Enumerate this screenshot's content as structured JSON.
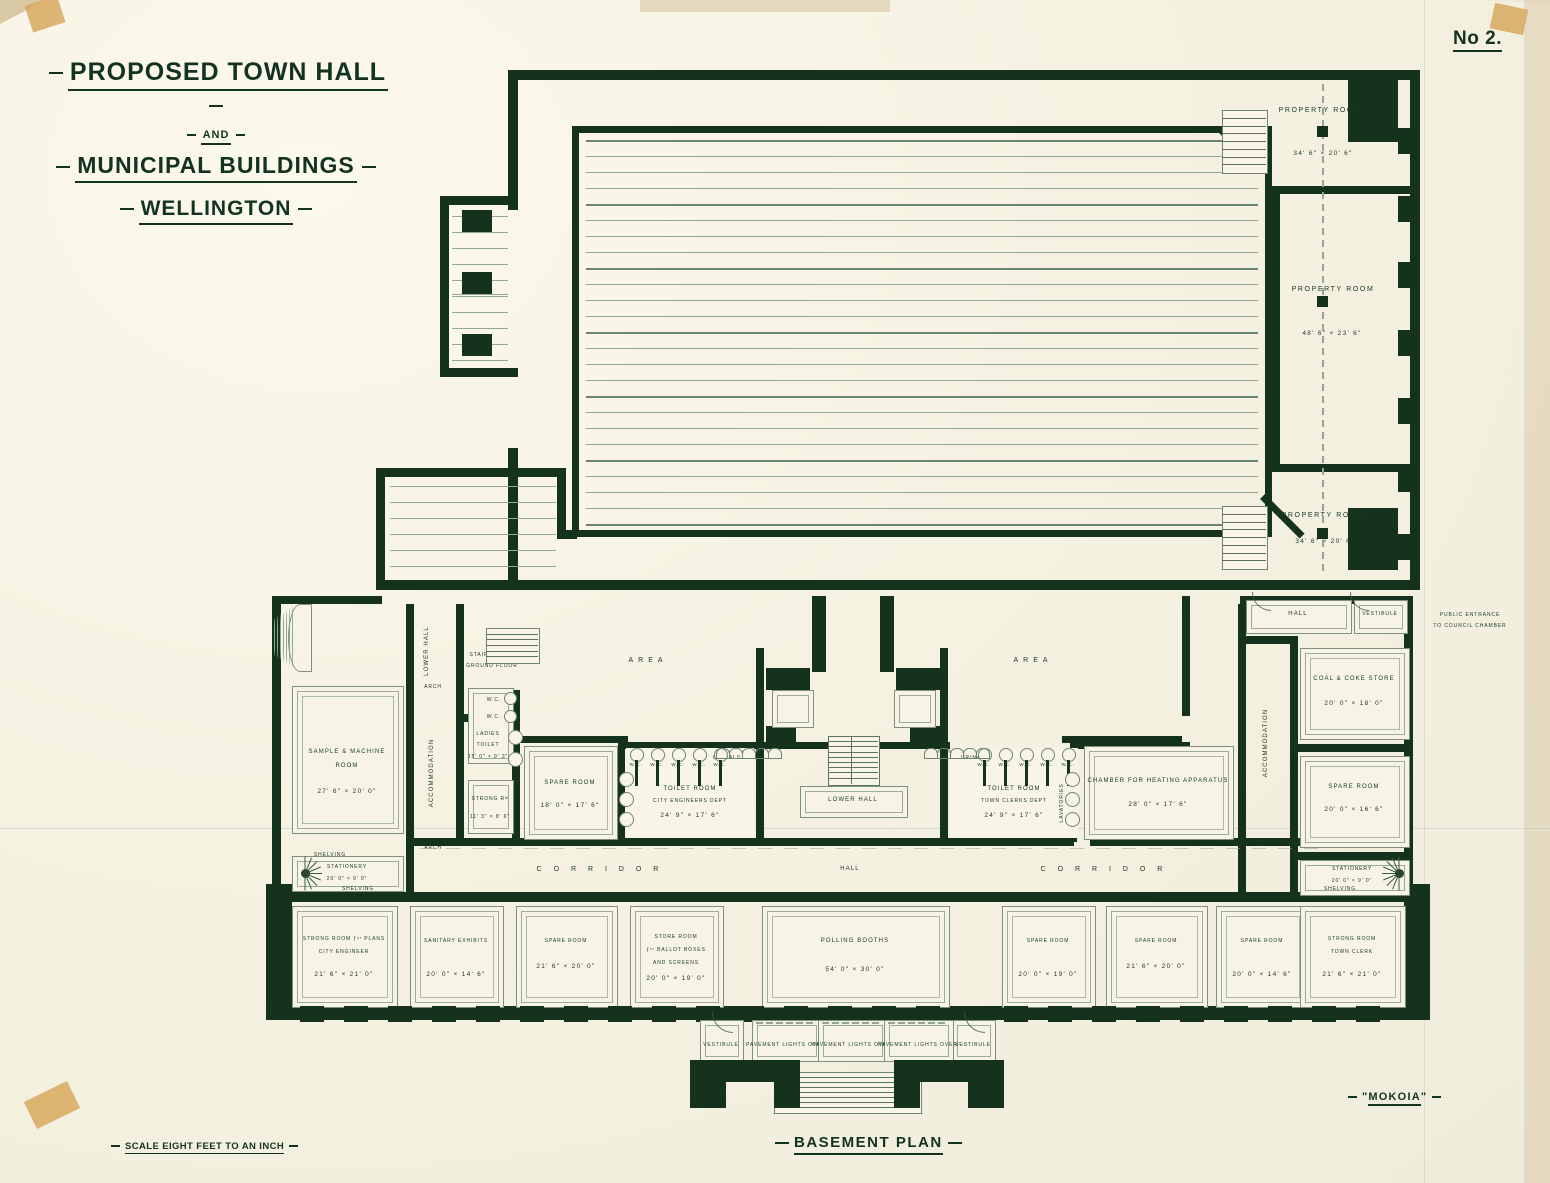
{
  "sheet": {
    "number": "No 2.",
    "title_line1": "PROPOSED TOWN HALL",
    "title_and": "AND",
    "title_line2": "MUNICIPAL BUILDINGS",
    "title_line3": "WELLINGTON",
    "scale_note": "SCALE EIGHT FEET TO AN INCH",
    "plan_name": "BASEMENT PLAN",
    "pseudonym": "MOKOIA"
  },
  "rooms": [
    {
      "name": "PROPERTY ROOM",
      "dim": "34' 6\" × 20' 6\""
    },
    {
      "name": "PROPERTY ROOM",
      "dim": "48' 6\" × 23' 6\""
    },
    {
      "name": "PROPERTY ROOM",
      "dim": "34' 6\" × 20' 6\""
    },
    {
      "name": "SAMPLE & MACHINE",
      "name2": "ROOM",
      "dim": "27' 6\" × 20' 0\""
    },
    {
      "name": "LADIES",
      "name2": "TOILET",
      "dim": "15' 0\" × 9' 3\""
    },
    {
      "name": "STRONG Rᴹ",
      "dim": "11' 3\" × 8' 6\""
    },
    {
      "name": "STATIONERY",
      "dim": "20' 0\" × 9' 0\""
    },
    {
      "name": "SPARE ROOM",
      "dim": "18' 0\" × 17' 6\""
    },
    {
      "name": "TOILET ROOM",
      "name2": "CITY ENGINEERS DEPT",
      "dim": "24' 9\" × 17' 6\""
    },
    {
      "name": "LOWER HALL"
    },
    {
      "name": "TOILET ROOM",
      "name2": "TOWN CLERKS DEPT",
      "dim": "24' 9\" × 17' 6\""
    },
    {
      "name": "CHAMBER FOR HEATING APPARATUS",
      "dim": "28' 0\" × 17' 6\""
    },
    {
      "name": "COAL & COKE STORE",
      "dim": "20' 0\" × 18' 0\""
    },
    {
      "name": "SPARE ROOM",
      "dim": "20' 0\" × 16' 6\""
    },
    {
      "name": "STATIONERY",
      "dim": "20' 0\" × 9' 0\""
    },
    {
      "name": "STRONG ROOM ƒᵒʳ PLANS",
      "name2": "CITY ENGINEER",
      "dim": "21' 6\" × 21' 0\""
    },
    {
      "name": "SANITARY EXHIBITS",
      "dim": "20' 0\" × 14' 6\""
    },
    {
      "name": "SPARE ROOM",
      "dim": "21' 6\" × 20' 0\""
    },
    {
      "name": "STORE ROOM",
      "name2": "ƒᵒʳ BALLOT BOXES",
      "name3": "AND SCREENS",
      "dim": "20' 0\" × 19' 0\""
    },
    {
      "name": "POLLING BOOTHS",
      "dim": "54' 0\" × 30' 0\""
    },
    {
      "name": "SPARE ROOM",
      "dim": "20' 0\" × 19' 0\""
    },
    {
      "name": "SPARE ROOM",
      "dim": "21' 6\" × 20' 0\""
    },
    {
      "name": "SPARE ROOM",
      "dim": "20' 0\" × 14' 6\""
    },
    {
      "name": "STRONG ROOM",
      "name2": "TOWN CLERK",
      "dim": "21' 6\" × 21' 0\""
    }
  ],
  "annotations": {
    "area_left": "AREA",
    "area_right": "AREA",
    "corridor_left": "C O R R I D O R",
    "corridor_right": "C O R R I D O R",
    "hall_center": "HALL",
    "hall_right": "HALL",
    "vestibule_right": "VESTIBULE",
    "vestibule_bl": "VESTIBULE",
    "vestibule_br": "VESTIBULE",
    "public_entrance_1": "PUBLIC ENTRANCE",
    "public_entrance_2": "TO COUNCIL CHAMBER",
    "lower_hall_left": "LOWER HALL",
    "lower_hall_center": "LOWER HALL",
    "stairs_note_1": "STAIRS UP TO",
    "stairs_note_2": "GROUND FLOOR",
    "pavement_lights": "PAVEMENT LIGHTS OVER",
    "arch": "ARCH",
    "urinals": "URINALS",
    "wc": "W.C.",
    "lavatories": "LAVATORIES",
    "shelving": "SHELVING",
    "accommodation_left": "ACCOMMODATION",
    "accommodation_right": "ACCOMMODATION"
  },
  "colors": {
    "ink": "#15321d",
    "paper": "#f6f2e2",
    "hairline": "#93a795",
    "crease": "#b9c9bd"
  }
}
